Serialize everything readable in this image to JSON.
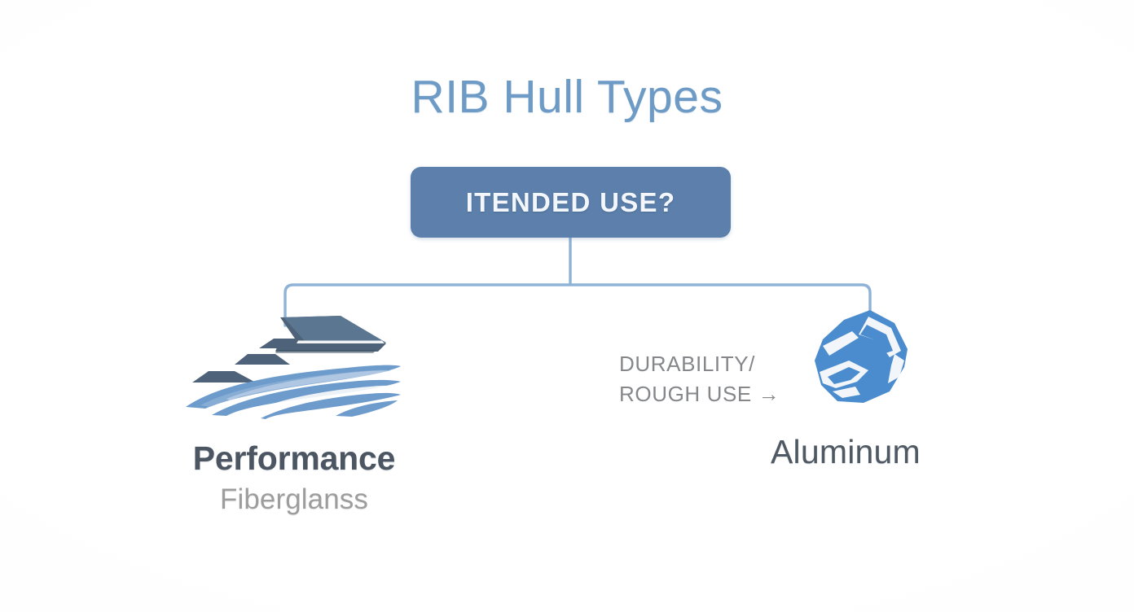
{
  "page": {
    "title": "RIB Hull Types",
    "background_color": "#ffffff"
  },
  "colors": {
    "title_blue": "#6e9bc6",
    "node_fill": "#5c80ab",
    "node_text": "#f3f7fb",
    "connector_line": "#8fb3d6",
    "boat_hull": "#4e6379",
    "boat_wave": "#6d9bcb",
    "nugget_blue": "#4a8ccd",
    "label_dark": "#4b5662",
    "label_gray": "#9d9d9e",
    "caption_gray": "#85878a"
  },
  "root_node": {
    "label": "ITENDED USE?"
  },
  "branches": {
    "left": {
      "icon_name": "speedboat-waves-icon",
      "title": "Performance",
      "subtitle": "Fiberglanss"
    },
    "right": {
      "icon_name": "aluminum-nugget-icon",
      "caption": "DURABILITY/\nROUGH USE →",
      "title": "Aluminum"
    }
  },
  "chart_data": {
    "type": "table",
    "title": "RIB Hull Types",
    "root": "ITENDED USE?",
    "categories": [
      "Performance",
      "Aluminum"
    ],
    "rows": [
      {
        "option": "Performance",
        "material": "Fiberglanss",
        "criterion": ""
      },
      {
        "option": "Aluminum",
        "material": "",
        "criterion": "DURABILITY/ ROUGH USE"
      }
    ],
    "xlabel": "",
    "ylabel": ""
  }
}
